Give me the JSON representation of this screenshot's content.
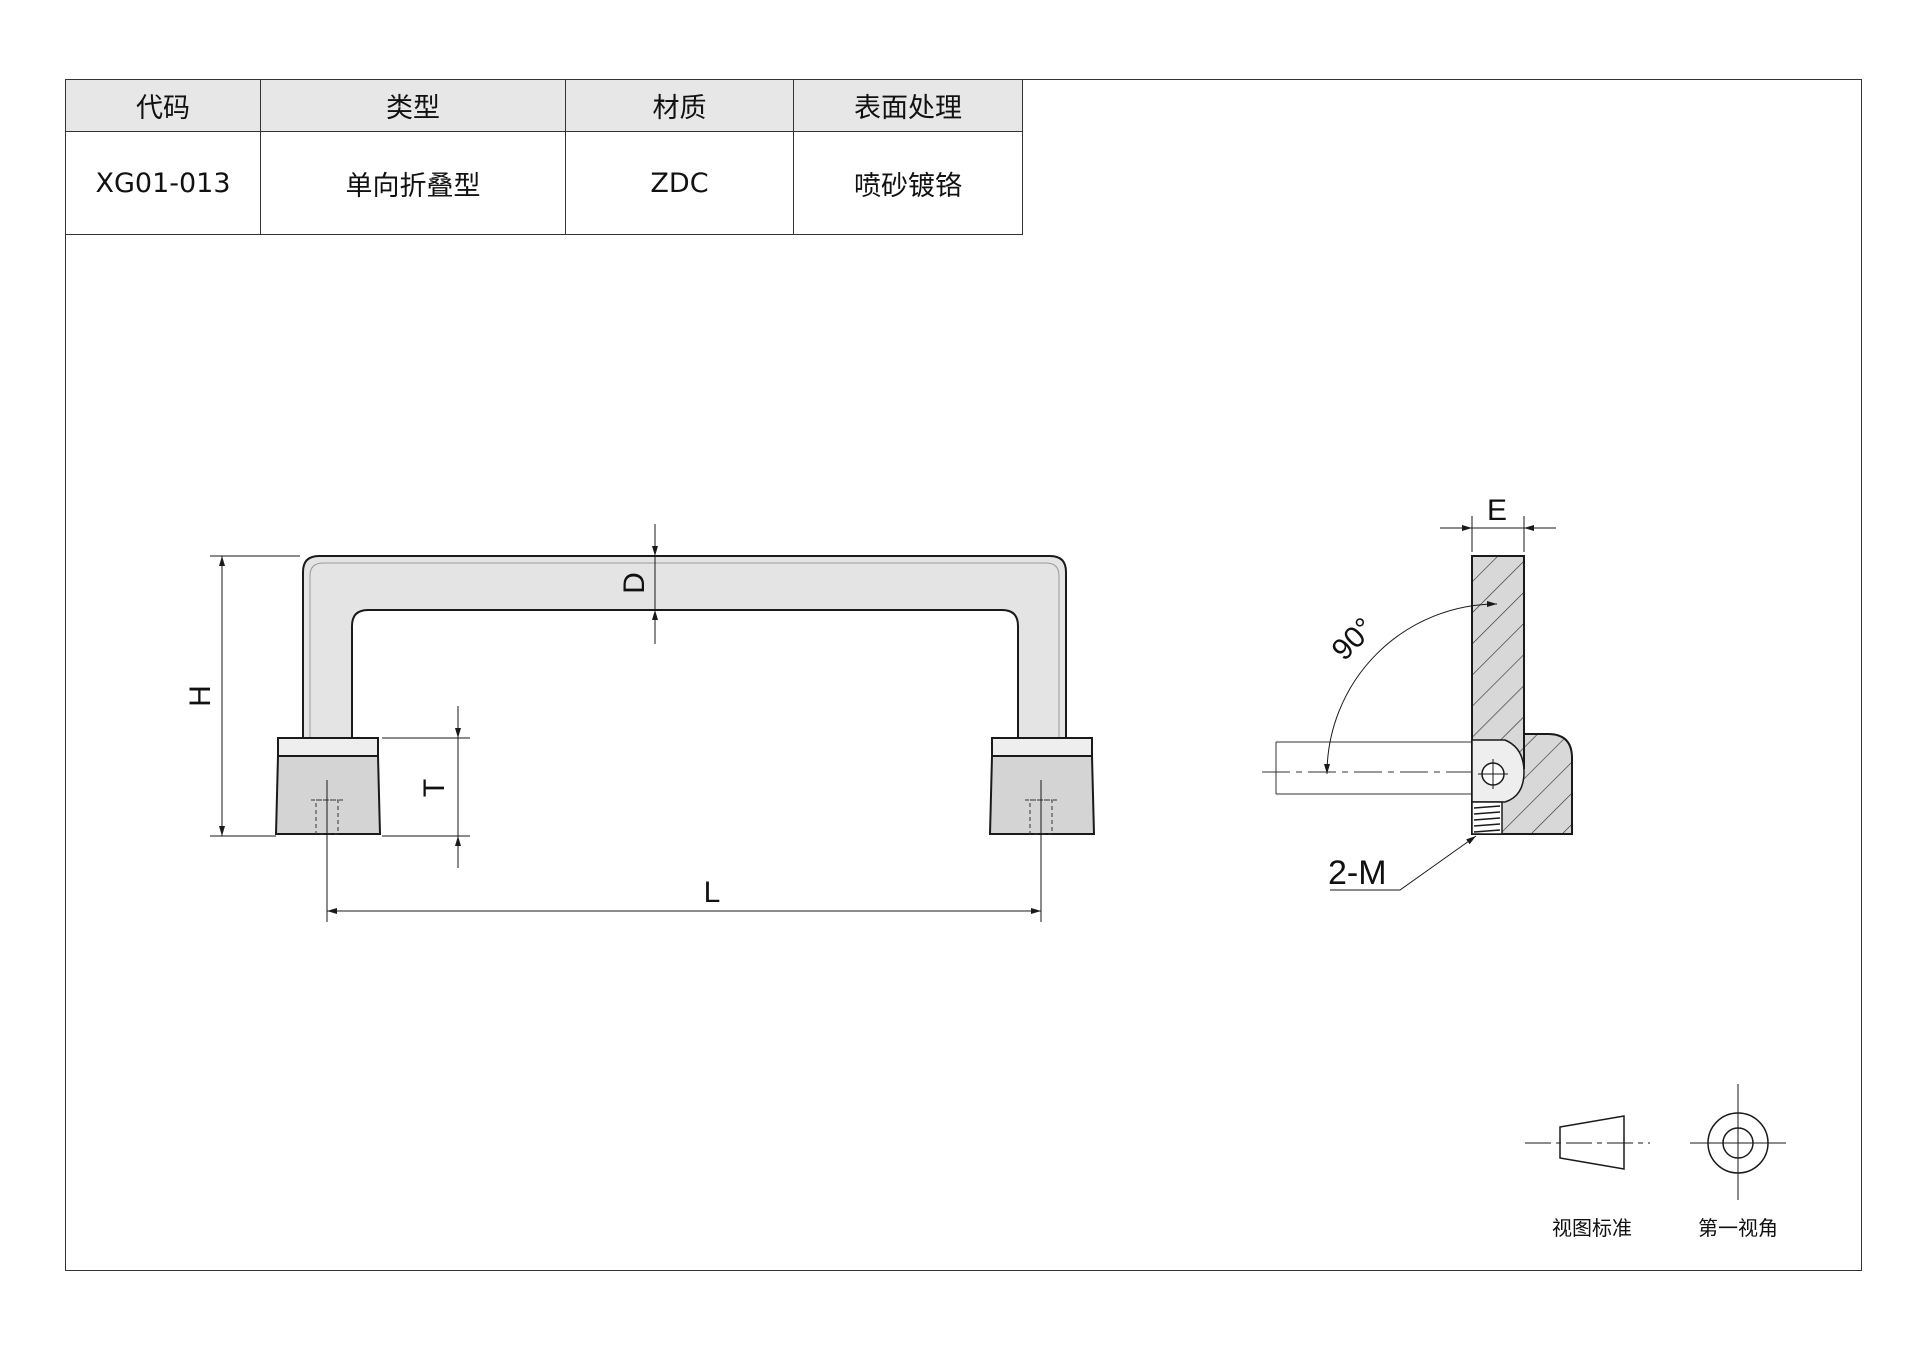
{
  "spec_table": {
    "headers": [
      "代码",
      "类型",
      "材质",
      "表面处理"
    ],
    "values": [
      "XG01-013",
      "单向折叠型",
      "ZDC",
      "喷砂镀铬"
    ]
  },
  "dimensions": {
    "H": "H",
    "D": "D",
    "T": "T",
    "L": "L",
    "E": "E",
    "angle": "90°",
    "thread": "2-M"
  },
  "projection": {
    "view_standard": "视图标准",
    "first_angle": "第一视角"
  },
  "colors": {
    "line": "#1a1a1a",
    "handle_fill": "#e4e4e4",
    "base_fill": "#d4d4d4",
    "cap_fill": "#eeeeee",
    "header_fill": "#e7e7e7"
  }
}
